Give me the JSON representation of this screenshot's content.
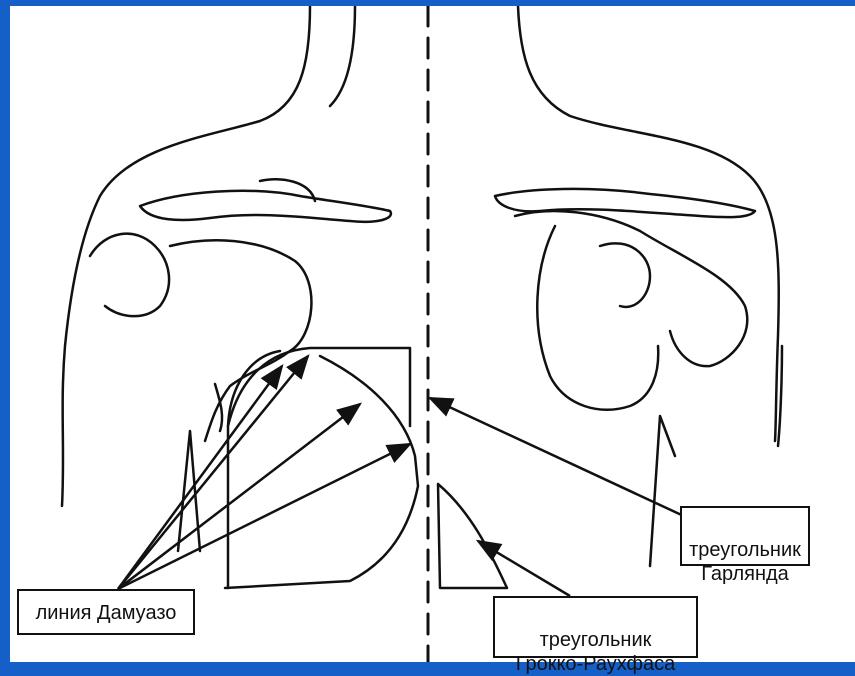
{
  "labels": {
    "damoiseau_line": "линия Дамуазо",
    "garland_triangle": "треугольник\nГарлянда",
    "grocco_rauchfuss_triangle": "треугольник\nГрокко-Раухфаса"
  },
  "colors": {
    "frame": "#1560c8",
    "background": "#ffffff",
    "lines": "#111111"
  }
}
